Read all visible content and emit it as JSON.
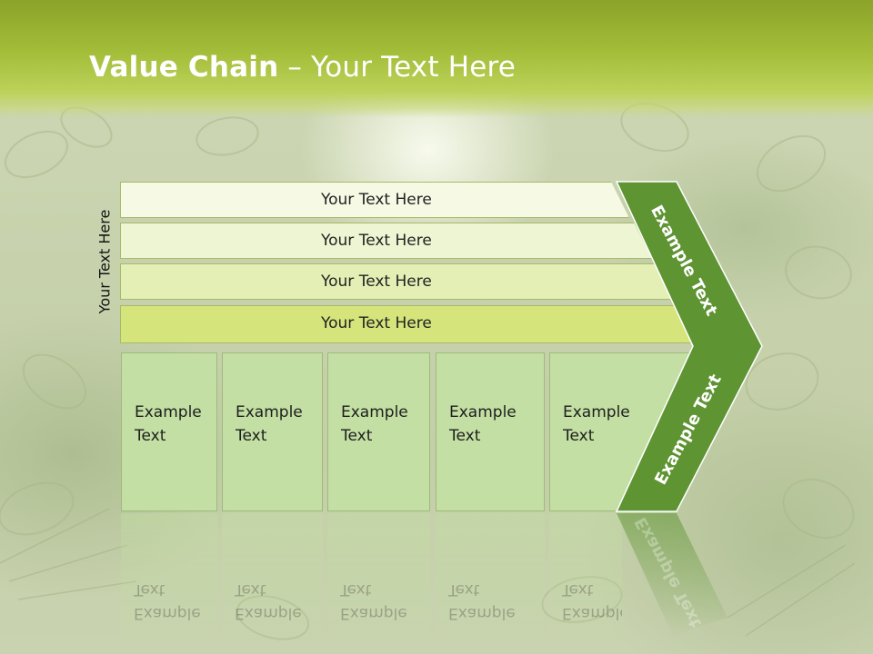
{
  "title": {
    "bold": "Value Chain",
    "rest": " – Your Text Here"
  },
  "vertical_label": "Your Text Here",
  "bands": [
    {
      "label": "Your Text Here"
    },
    {
      "label": "Your Text Here"
    },
    {
      "label": "Your Text Here"
    },
    {
      "label": "Your Text Here"
    }
  ],
  "boxes": [
    {
      "label": "Example\nText"
    },
    {
      "label": "Example\nText"
    },
    {
      "label": "Example\nText"
    },
    {
      "label": "Example\nText"
    },
    {
      "label": "Example\nText"
    }
  ],
  "chevron": {
    "upper_label": "Example Text",
    "lower_label": "Example Text",
    "color": "#5e9432"
  }
}
